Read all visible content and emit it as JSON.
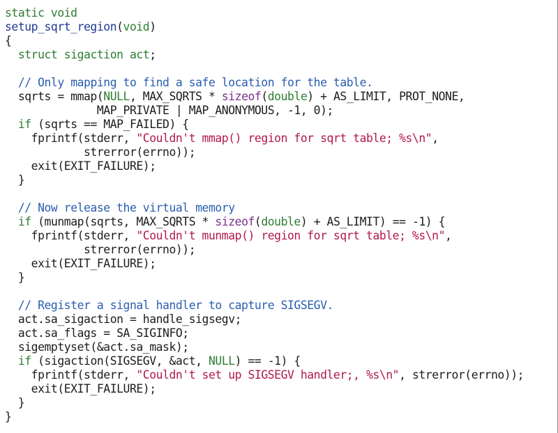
{
  "colors": {
    "keyword": "#2e7d32",
    "function_name": "#1f3a93",
    "string": "#b1184f",
    "comment": "#2a5db0",
    "builtin": "#7b2d8e",
    "text": "#1c1c1c",
    "background": "#ffffff"
  },
  "code_lines": [
    [
      [
        "kw",
        "static void"
      ]
    ],
    [
      [
        "fn",
        "setup_sqrt_region"
      ],
      [
        "plain",
        "("
      ],
      [
        "kw",
        "void"
      ],
      [
        "plain",
        ")"
      ]
    ],
    [
      [
        "plain",
        "{"
      ]
    ],
    [
      [
        "plain",
        "  "
      ],
      [
        "kw",
        "struct"
      ],
      [
        "plain",
        " "
      ],
      [
        "kw",
        "sigaction"
      ],
      [
        "plain",
        " "
      ],
      [
        "kw",
        "act"
      ],
      [
        "plain",
        ";"
      ]
    ],
    [],
    [
      [
        "plain",
        "  "
      ],
      [
        "cm",
        "// Only mapping to find a safe location for the table."
      ]
    ],
    [
      [
        "plain",
        "  sqrts = mmap("
      ],
      [
        "null",
        "NULL"
      ],
      [
        "plain",
        ", MAX_SQRTS * "
      ],
      [
        "builtin",
        "sizeof"
      ],
      [
        "plain",
        "("
      ],
      [
        "kw",
        "double"
      ],
      [
        "plain",
        ") + AS_LIMIT, PROT_NONE,"
      ]
    ],
    [
      [
        "plain",
        "              MAP_PRIVATE | MAP_ANONYMOUS, -1, 0);"
      ]
    ],
    [
      [
        "plain",
        "  "
      ],
      [
        "kw",
        "if"
      ],
      [
        "plain",
        " (sqrts == MAP_FAILED) {"
      ]
    ],
    [
      [
        "plain",
        "    fprintf(stderr, "
      ],
      [
        "str",
        "\"Couldn't mmap() region for sqrt table; %s\\n\""
      ],
      [
        "plain",
        ","
      ]
    ],
    [
      [
        "plain",
        "            strerror(errno));"
      ]
    ],
    [
      [
        "plain",
        "    exit(EXIT_FAILURE);"
      ]
    ],
    [
      [
        "plain",
        "  }"
      ]
    ],
    [],
    [
      [
        "plain",
        "  "
      ],
      [
        "cm",
        "// Now release the virtual memory"
      ]
    ],
    [
      [
        "plain",
        "  "
      ],
      [
        "kw",
        "if"
      ],
      [
        "plain",
        " (munmap(sqrts, MAX_SQRTS * "
      ],
      [
        "builtin",
        "sizeof"
      ],
      [
        "plain",
        "("
      ],
      [
        "kw",
        "double"
      ],
      [
        "plain",
        ") + AS_LIMIT) == -1) {"
      ]
    ],
    [
      [
        "plain",
        "    fprintf(stderr, "
      ],
      [
        "str",
        "\"Couldn't munmap() region for sqrt table; %s\\n\""
      ],
      [
        "plain",
        ","
      ]
    ],
    [
      [
        "plain",
        "            strerror(errno));"
      ]
    ],
    [
      [
        "plain",
        "    exit(EXIT_FAILURE);"
      ]
    ],
    [
      [
        "plain",
        "  }"
      ]
    ],
    [],
    [
      [
        "plain",
        "  "
      ],
      [
        "cm",
        "// Register a signal handler to capture SIGSEGV."
      ]
    ],
    [
      [
        "plain",
        "  act.sa_sigaction = handle_sigsegv;"
      ]
    ],
    [
      [
        "plain",
        "  act.sa_flags = SA_SIGINFO;"
      ]
    ],
    [
      [
        "plain",
        "  sigemptyset(&act.sa_mask);"
      ]
    ],
    [
      [
        "plain",
        "  "
      ],
      [
        "kw",
        "if"
      ],
      [
        "plain",
        " (sigaction(SIGSEGV, &act, "
      ],
      [
        "null",
        "NULL"
      ],
      [
        "plain",
        ") == -1) {"
      ]
    ],
    [
      [
        "plain",
        "    fprintf(stderr, "
      ],
      [
        "str",
        "\"Couldn't set up SIGSEGV handler;, %s\\n\""
      ],
      [
        "plain",
        ", strerror(errno));"
      ]
    ],
    [
      [
        "plain",
        "    exit(EXIT_FAILURE);"
      ]
    ],
    [
      [
        "plain",
        "  }"
      ]
    ],
    [
      [
        "plain",
        "}"
      ]
    ]
  ]
}
